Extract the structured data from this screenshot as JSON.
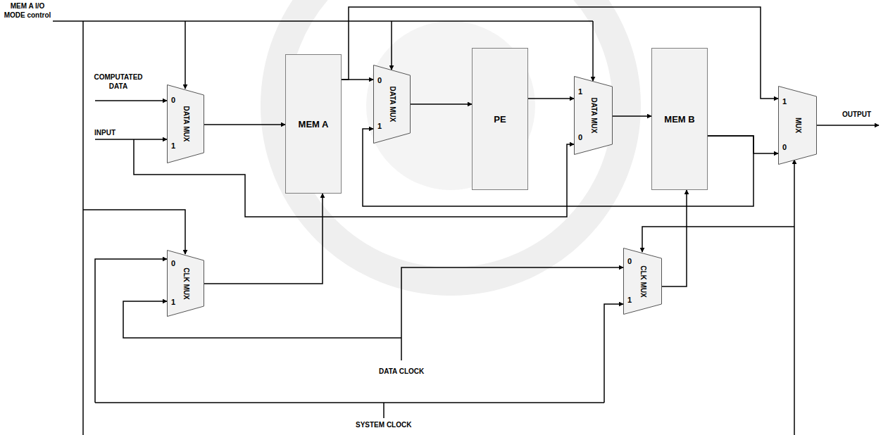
{
  "diagram": {
    "nodes": [
      {
        "text": [
          "0",
          "DATA MUX",
          "1"
        ]
      },
      {
        "text": [
          "MEM A"
        ]
      },
      {
        "text": [
          "0",
          "DATA MUX",
          "1"
        ]
      },
      {
        "text": [
          "PE"
        ]
      },
      {
        "text": [
          "1",
          "DATA MUX",
          "0"
        ]
      },
      {
        "text": [
          "MEM B"
        ]
      },
      {
        "text": [
          "1",
          "MUX",
          "0"
        ]
      },
      {
        "text": [
          "0",
          "CLK MUX",
          "1"
        ]
      },
      {
        "text": [
          "0",
          "CLK MUX",
          "1"
        ]
      }
    ],
    "edges": [
      {
        "from": 0,
        "to": 1,
        "arrow": "to"
      },
      {
        "from": 1,
        "to": 2,
        "arrow": "to"
      },
      {
        "from": 1,
        "to": 6,
        "arrow": "to"
      },
      {
        "from": 2,
        "to": 3,
        "arrow": "to"
      },
      {
        "from": 3,
        "to": 4,
        "arrow": "to"
      },
      {
        "from": 4,
        "to": 5,
        "arrow": "to"
      },
      {
        "from": 5,
        "to": 6,
        "arrow": "to"
      },
      {
        "from": 5,
        "to": 2,
        "arrow": "to"
      },
      {
        "from": 7,
        "to": 1,
        "arrow": "to"
      },
      {
        "from": 8,
        "to": 5,
        "arrow": "to"
      }
    ],
    "labels": [
      "MEM A I/O MODE control",
      "COMPUTATED DATA",
      "INPUT",
      "OUTPUT",
      "DATA CLOCK",
      "SYSTEM CLOCK"
    ]
  }
}
